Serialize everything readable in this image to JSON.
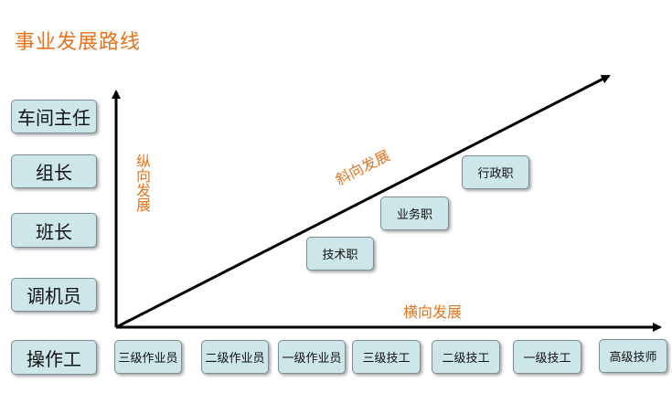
{
  "title": "事业发展路线",
  "axes": {
    "vertical_label": "纵向发展",
    "horizontal_label": "横向发展",
    "diagonal_label": "斜向发展"
  },
  "vertical_levels": [
    "车间主任",
    "组长",
    "班长",
    "调机员",
    "操作工"
  ],
  "bottom_positions": [
    "三级作业员",
    "二级作业员",
    "一级作业员",
    "三级技工",
    "二级技工",
    "一级技工",
    "高级技师"
  ],
  "diagonal_positions": [
    "技术职",
    "业务职",
    "行政职"
  ],
  "colors": {
    "accent": "#e8731c",
    "box_fill": "#cde6ea",
    "box_border": "#7c8c94",
    "axis": "#000000"
  }
}
